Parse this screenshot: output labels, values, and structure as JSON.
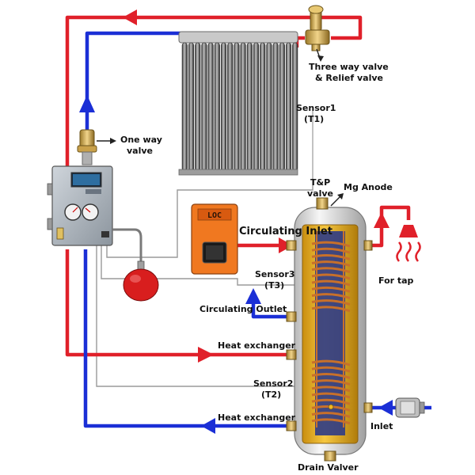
{
  "labels": {
    "three_way_valve_line1": "Three way valve",
    "three_way_valve_line2": "& Relief valve",
    "sensor1_line1": "Sensor1",
    "sensor1_line2": "(T1)",
    "one_way_valve_line1": "One way",
    "one_way_valve_line2": "valve",
    "tp_valve_line1": "T&P",
    "tp_valve_line2": "valve",
    "mg_anode": "Mg Anode",
    "circulating_inlet": "Circulating Inlet",
    "for_tap": "For tap",
    "sensor3_line1": "Sensor3",
    "sensor3_line2": "(T3)",
    "circulating_outlet": "Circulating Outlet",
    "heat_exchanger_upper": "Heat exchanger",
    "sensor2_line1": "Sensor2",
    "sensor2_line2": "(T2)",
    "heat_exchanger_lower": "Heat exchanger",
    "inlet": "Inlet",
    "drain_valve": "Drain Valver",
    "pump_display": "LOC"
  },
  "colors": {
    "hot_pipe": "#e0202a",
    "cold_pipe": "#1b2fd6",
    "sensor_wire": "#9a9a9a",
    "tank": "#e8e8e8",
    "tank_band": "#f2b820",
    "coil": "#c8702a",
    "pump": "#f07820",
    "expansion_vessel": "#d81e1e",
    "controller": "#a9b2bb"
  }
}
